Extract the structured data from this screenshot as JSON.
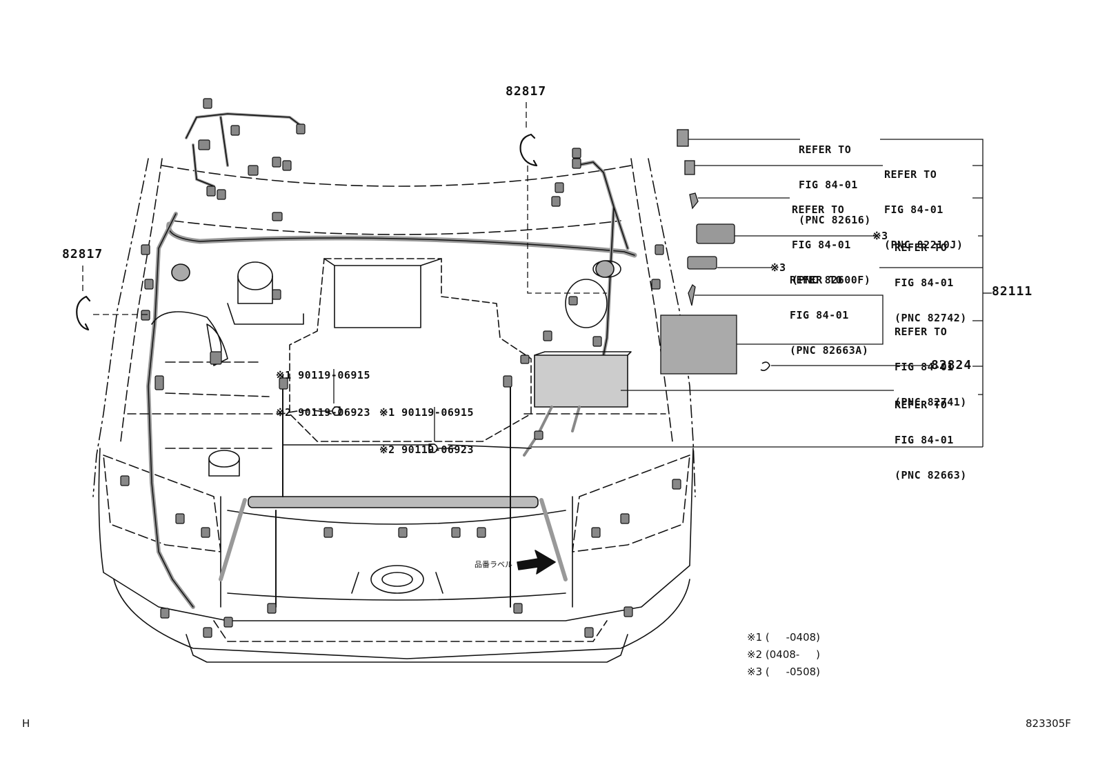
{
  "diagram": {
    "part_callouts": {
      "clip_top": "82817",
      "clip_left": "82817",
      "harness_main": "82111",
      "clamp": "82824"
    },
    "refer_blocks": [
      {
        "l1": "REFER TO",
        "l2": "FIG 84-01",
        "l3": "(PNC 82616)",
        "mark": ""
      },
      {
        "l1": "REFER TO",
        "l2": "FIG 84-01",
        "l3": "(PNC 82210J)",
        "mark": ""
      },
      {
        "l1": "REFER TO",
        "l2": "FIG 84-01",
        "l3": "(PNC 82600F)",
        "mark": ""
      },
      {
        "l1": "REFER TO",
        "l2": "FIG 84-01",
        "l3": "(PNC 82742)",
        "mark": "※3"
      },
      {
        "l1": "REFER TO",
        "l2": "FIG 84-01",
        "l3": "(PNC 82663A)",
        "mark": "※3"
      },
      {
        "l1": "REFER TO",
        "l2": "FIG 84-01",
        "l3": "(PNC 82741)",
        "mark": ""
      },
      {
        "l1": "REFER TO",
        "l2": "FIG 84-01",
        "l3": "(PNC 82663)",
        "mark": ""
      }
    ],
    "bolt_left": {
      "line1": "※1 90119-06915",
      "line2": "※2 90119-06923"
    },
    "bolt_right": {
      "line1": "※1 90119-06915",
      "line2": "※2 90119-06923"
    },
    "label_text": "品番ラベル",
    "notes": [
      {
        "mark": "※1",
        "range": "(     -0408)"
      },
      {
        "mark": "※2",
        "range": "(0408-     )"
      },
      {
        "mark": "※3",
        "range": "(     -0508)"
      }
    ],
    "corner_left": "H",
    "corner_right": "823305F"
  }
}
